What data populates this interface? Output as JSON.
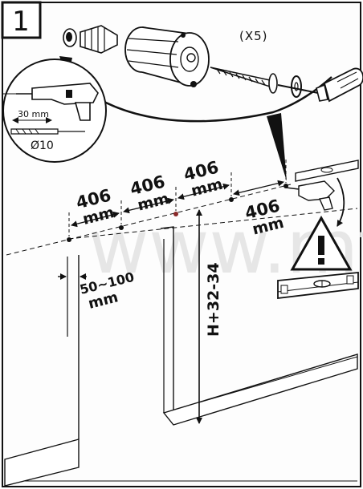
{
  "step": {
    "number": "1"
  },
  "hardware": {
    "quantity": "(X5)"
  },
  "drill_inset": {
    "depth": "30 mm",
    "diameter": "Ø10"
  },
  "spacing": {
    "s1": "406",
    "s2": "406",
    "s3": "406",
    "s4": "406",
    "unit": "mm"
  },
  "edge_offset": {
    "range": "50~100",
    "unit": "mm"
  },
  "height_label": "H+32-34",
  "watermark": "www.mf"
}
